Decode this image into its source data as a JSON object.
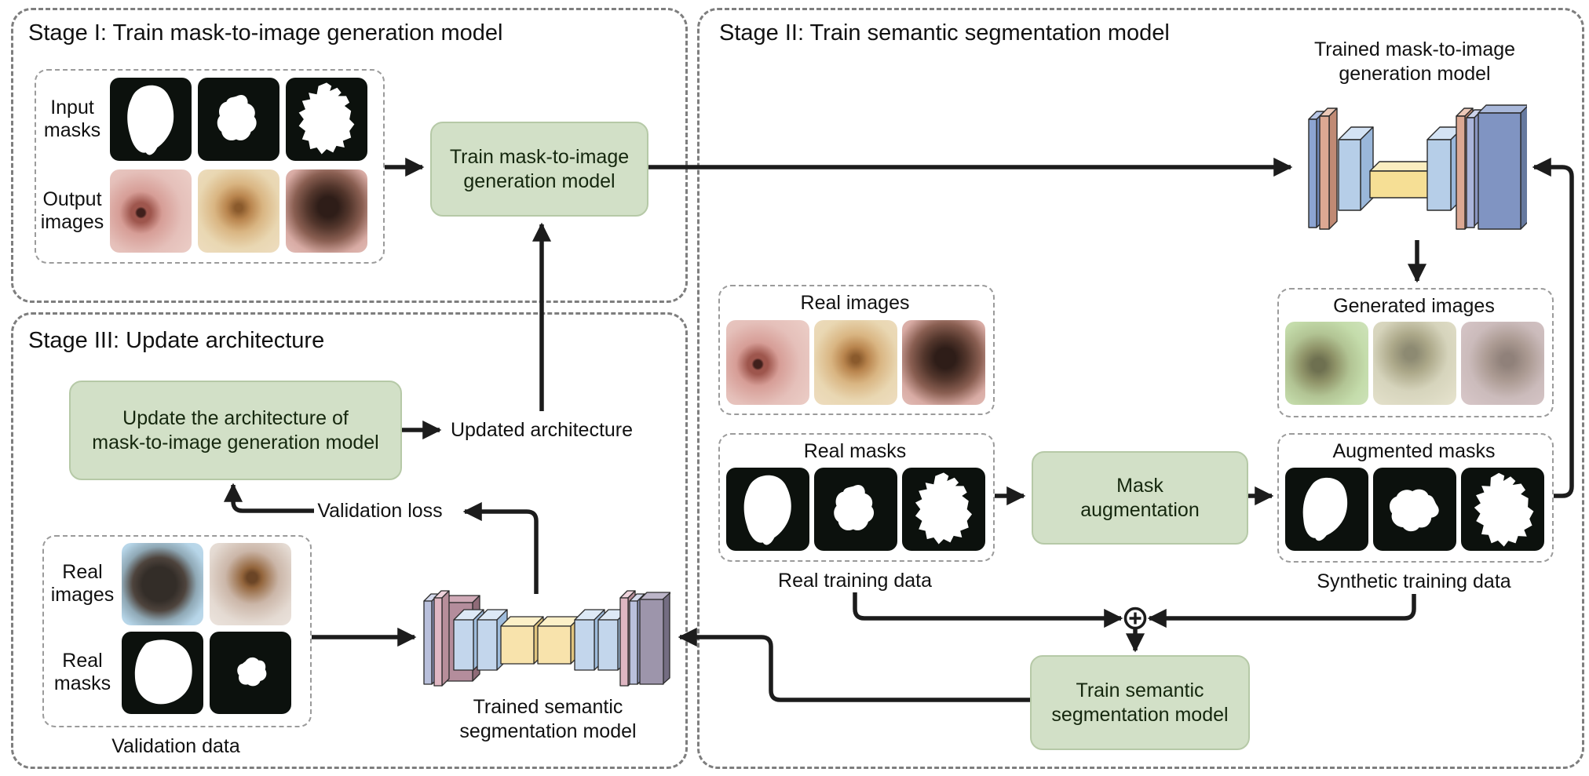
{
  "colors": {
    "accent_green_fill": "#d2e0c7",
    "accent_green_border": "#b6c9a7",
    "green_text": "#15270e",
    "arrow": "#1c1c1c",
    "stage_border": "#7e7e7e",
    "inner_border": "#9b9b9b",
    "mask_tile_bg": "#0c110d"
  },
  "icons": {
    "merge": "circled-plus-icon",
    "generator": "unet-generator-graphic",
    "segmenter": "unet-segmentation-graphic"
  },
  "stage1": {
    "title": "Stage I: Train mask-to-image generation model",
    "data_box": {
      "row1_label_line1": "Input",
      "row1_label_line2": "masks",
      "row2_label_line1": "Output",
      "row2_label_line2": "images"
    },
    "train_box": {
      "line1": "Train mask-to-image",
      "line2": "generation model"
    }
  },
  "stage2": {
    "title": "Stage II: Train semantic segmentation model",
    "generator_caption": {
      "line1": "Trained mask-to-image",
      "line2": "generation model"
    },
    "real_images_label": "Real images",
    "generated_images_label": "Generated images",
    "real_masks_label": "Real masks",
    "augmented_masks_label": "Augmented masks",
    "mask_augmentation_box": {
      "line1": "Mask",
      "line2": "augmentation"
    },
    "real_training_data_label": "Real training data",
    "synthetic_training_data_label": "Synthetic training data",
    "train_box": {
      "line1": "Train semantic",
      "line2": "segmentation model"
    }
  },
  "stage3": {
    "title": "Stage III: Update architecture",
    "update_box": {
      "line1": "Update the architecture of",
      "line2": "mask-to-image generation model"
    },
    "updated_architecture_label": "Updated architecture",
    "validation_loss_label": "Validation loss",
    "validation_box": {
      "row1_label_line1": "Real",
      "row1_label_line2": "images",
      "row2_label_line1": "Real",
      "row2_label_line2": "masks"
    },
    "validation_data_label": "Validation data",
    "segmenter_caption": {
      "line1": "Trained semantic",
      "line2": "segmentation model"
    }
  }
}
